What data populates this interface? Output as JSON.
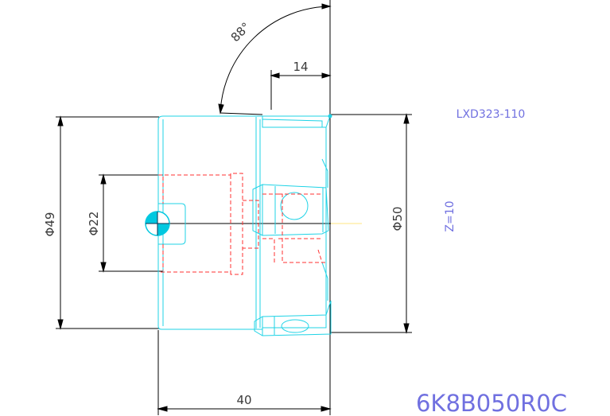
{
  "drawing": {
    "part_code": "6K8B050R0C",
    "tool_model": "LXD323-110",
    "teeth": "Z=10"
  },
  "dimensions": {
    "angle": "88°",
    "width_14": "14",
    "dia_49": "Φ49",
    "dia_22": "Φ22",
    "dia_50": "Φ50",
    "length_40": "40"
  },
  "colors": {
    "part_outline": "#1fd3e6",
    "hidden_lines": "#ff3030",
    "dimension_lines": "#000000",
    "annotation_text": "#7070e0",
    "centre_marker": "#00c8e0"
  }
}
